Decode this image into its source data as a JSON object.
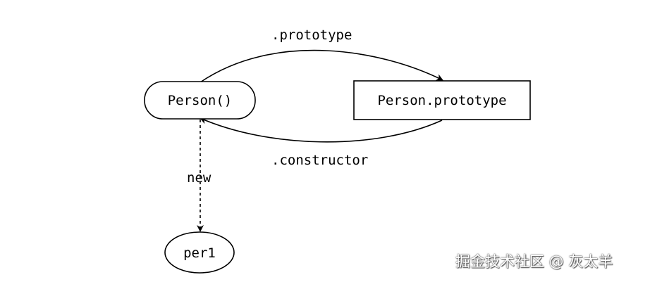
{
  "nodes": {
    "constructor_fn": "Person()",
    "prototype_obj": "Person.prototype",
    "instance": "per1"
  },
  "edges": {
    "prototype_label": ".prototype",
    "constructor_label": ".constructor",
    "new_label": "new"
  },
  "watermark": "掘金技术社区 @ 灰太羊",
  "colors": {
    "stroke": "#000000",
    "background": "#ffffff"
  }
}
